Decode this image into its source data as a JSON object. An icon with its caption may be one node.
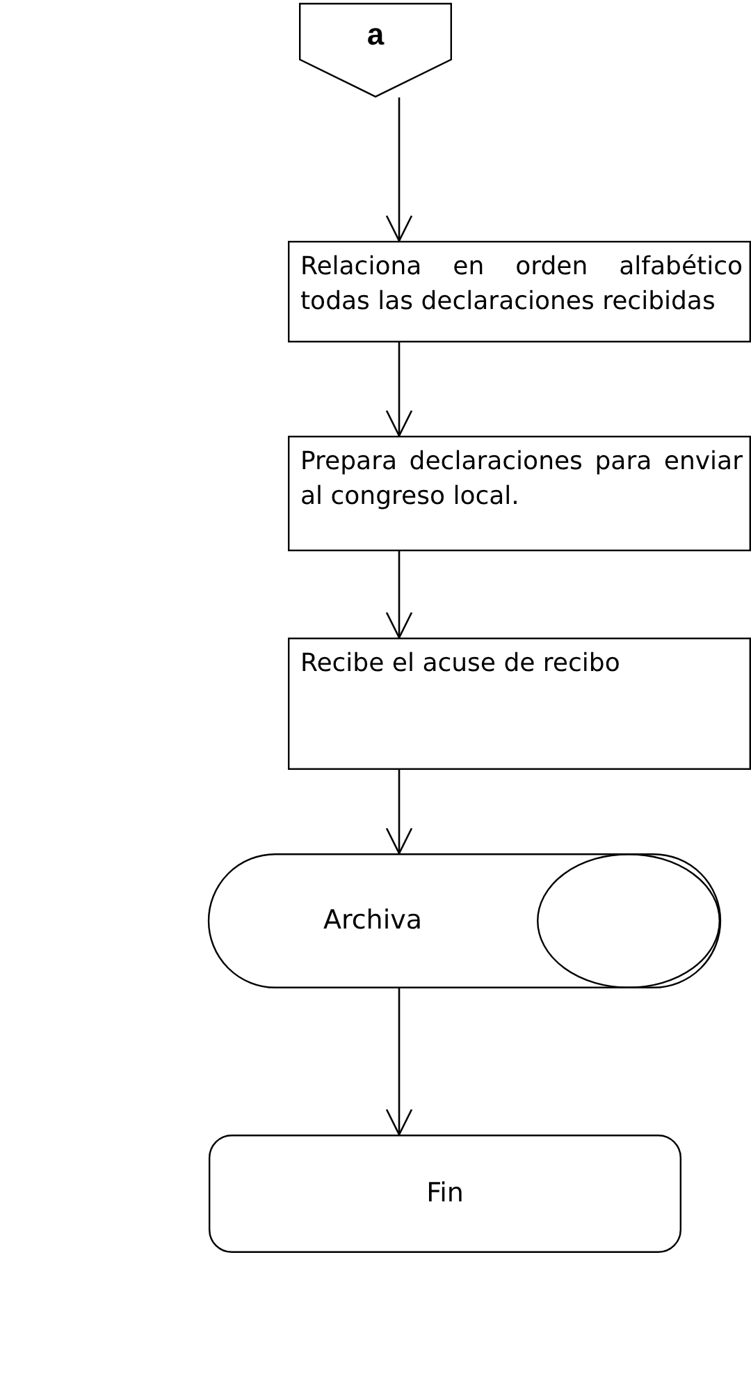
{
  "diagram": {
    "nodes": [
      {
        "text": [
          "a"
        ]
      },
      {
        "text": [
          "Relaciona en orden alfabético todas las declaraciones recibidas"
        ]
      },
      {
        "text": [
          "Prepara declaraciones para enviar al congreso local."
        ]
      },
      {
        "text": [
          "Recibe el acuse de recibo"
        ]
      },
      {
        "text": [
          "Archiva"
        ]
      },
      {
        "text": [
          "Fin"
        ]
      }
    ],
    "edges": [
      {
        "from": 0,
        "to": 1,
        "arrow": "to"
      },
      {
        "from": 1,
        "to": 2,
        "arrow": "to"
      },
      {
        "from": 2,
        "to": 3,
        "arrow": "to"
      },
      {
        "from": 3,
        "to": 4,
        "arrow": "to"
      },
      {
        "from": 4,
        "to": 5,
        "arrow": "to"
      }
    ]
  }
}
